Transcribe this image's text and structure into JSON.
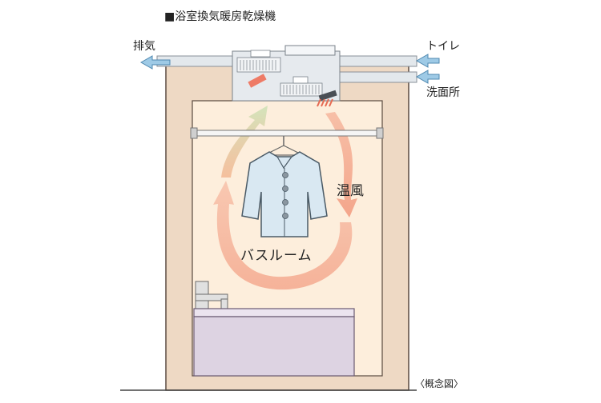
{
  "title": "■浴室換気暖房乾燥機",
  "labels": {
    "exhaust": "排気",
    "toilet": "トイレ",
    "washroom": "洗面所",
    "warm_air": "温風",
    "bathroom": "バスルーム",
    "concept": "〈概念図〉"
  },
  "colors": {
    "wall": "#eed9c4",
    "interior": "#fdeedc",
    "outline": "#5a4a40",
    "duct": "#e3e8ec",
    "inflow_arrow": "#9ecae6",
    "warm_air": "#f08a6c",
    "return_air": "#cfe3b8",
    "shirt": "#d9e8f2",
    "tub": "#ddd3e2"
  },
  "icons": {
    "exhaust_arrow": "arrow-left-icon",
    "toilet_arrow": "arrow-left-icon",
    "washroom_arrow": "arrow-left-icon",
    "shirt": "shirt-icon",
    "faucet": "faucet-icon"
  }
}
